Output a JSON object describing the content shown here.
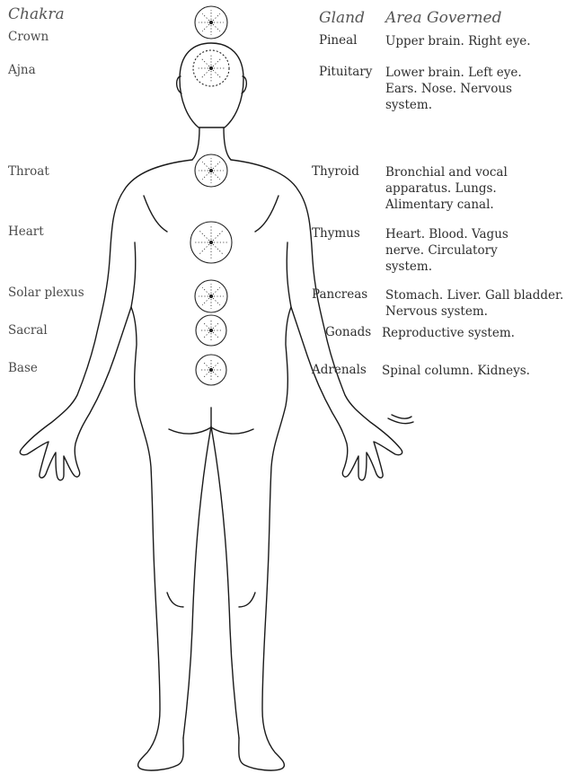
{
  "headers": {
    "chakra": "Chakra",
    "gland": "Gland",
    "area": "Area Governed"
  },
  "rows": [
    {
      "chakra": "Crown",
      "gland": "Pineal",
      "area": "Upper brain. Right eye."
    },
    {
      "chakra": "Ajna",
      "gland": "Pituitary",
      "area": "Lower brain. Left eye. Ears. Nose. Nervous system."
    },
    {
      "chakra": "Throat",
      "gland": "Thyroid",
      "area": "Bronchial and vocal apparatus. Lungs. Alimentary canal."
    },
    {
      "chakra": "Heart",
      "gland": "Thymus",
      "area": "Heart. Blood. Vagus nerve. Circulatory system."
    },
    {
      "chakra": "Solar plexus",
      "gland": "Pancreas",
      "area": "Stomach. Liver. Gall bladder. Nervous system."
    },
    {
      "chakra": "Sacral",
      "gland": "Gonads",
      "area": "Reproductive system."
    },
    {
      "chakra": "Base",
      "gland": "Adrenals",
      "area": "Spinal column. Kidneys."
    }
  ]
}
